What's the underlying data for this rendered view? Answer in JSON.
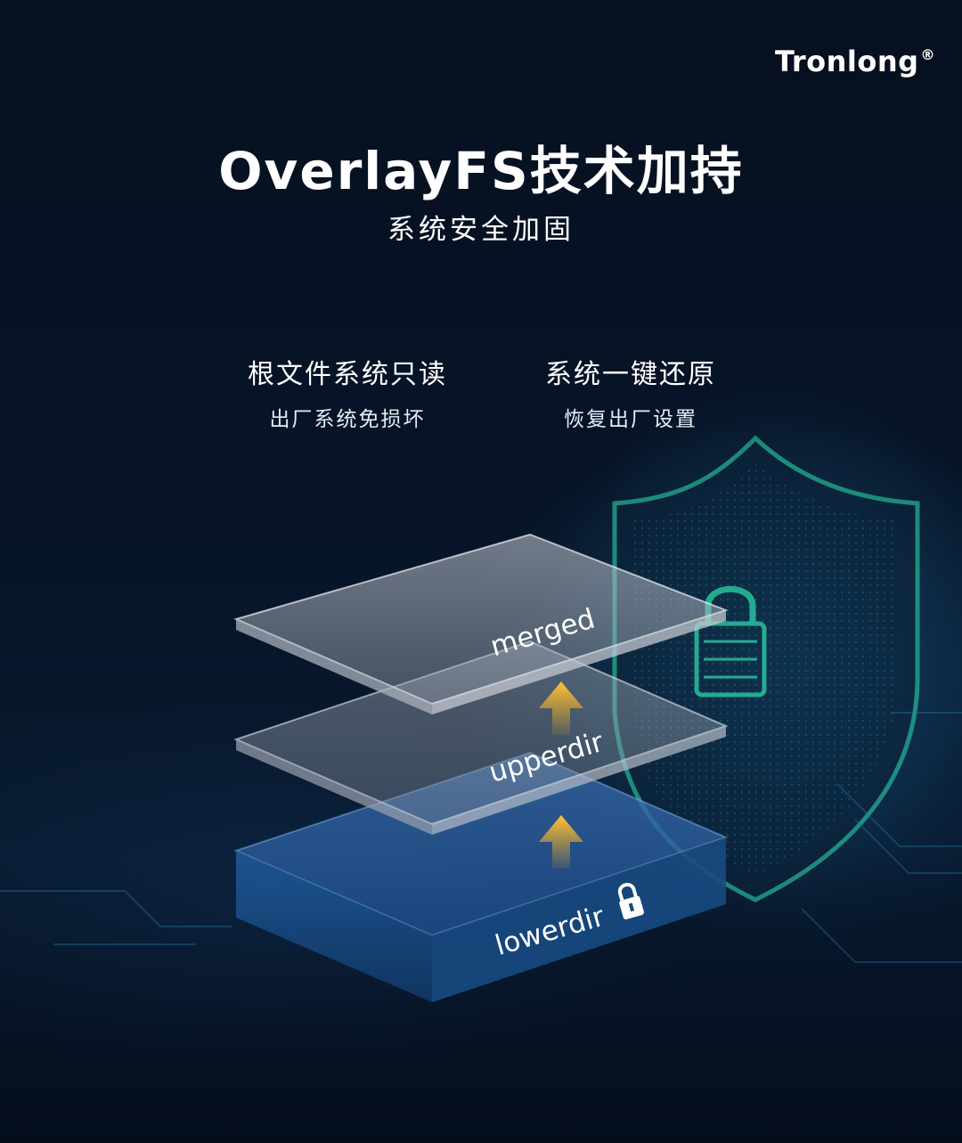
{
  "brand": {
    "name": "Tronlong",
    "mark": "®"
  },
  "header": {
    "title": "OverlayFS技术加持",
    "subtitle": "系统安全加固"
  },
  "features": [
    {
      "title": "根文件系统只读",
      "desc": "出厂系统免损坏"
    },
    {
      "title": "系统一键还原",
      "desc": "恢复出厂设置"
    }
  ],
  "layers": {
    "top": "merged",
    "middle": "upperdir",
    "bottom": "lowerdir"
  },
  "colors": {
    "background": "#050b17",
    "accent_arrow": "#f2a81c",
    "shield_glow": "#2fe0b0",
    "base_layer": "#1d5a9a"
  },
  "icons": [
    "shield-icon",
    "lock-icon",
    "arrow-up-icon"
  ]
}
